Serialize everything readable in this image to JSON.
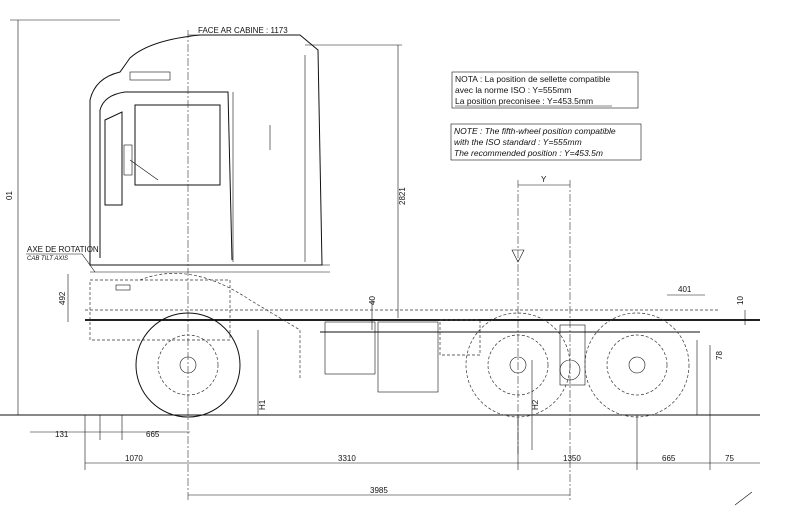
{
  "labels": {
    "face_ar_cabine": "FACE AR CABINE : 1173",
    "axe_rotation": "AXE DE ROTATION",
    "cab_tilt_axis": "CAB TILT AXIS",
    "y_marker": "Y",
    "h1": "H1",
    "h2": "H2",
    "overall_height": "01"
  },
  "note_fr": {
    "line1": "NOTA : La position de sellette compatible",
    "line2": "avec la norme ISO : Y=555mm",
    "line3": "La position preconisee : Y=453.5mm"
  },
  "note_en": {
    "line1": "NOTE : The fifth-wheel position compatible",
    "line2": "with the ISO standard : Y=555mm",
    "line3": "The recommended position : Y=453.5m"
  },
  "dimensions": {
    "d2821": "2821",
    "d492": "492",
    "d40": "40",
    "d401": "401",
    "d10": "10",
    "d78": "78",
    "d131": "131",
    "d665a": "665",
    "d1070": "1070",
    "d3310": "3310",
    "d1350": "1350",
    "d665b": "665",
    "d75": "75",
    "d3985": "3985"
  }
}
